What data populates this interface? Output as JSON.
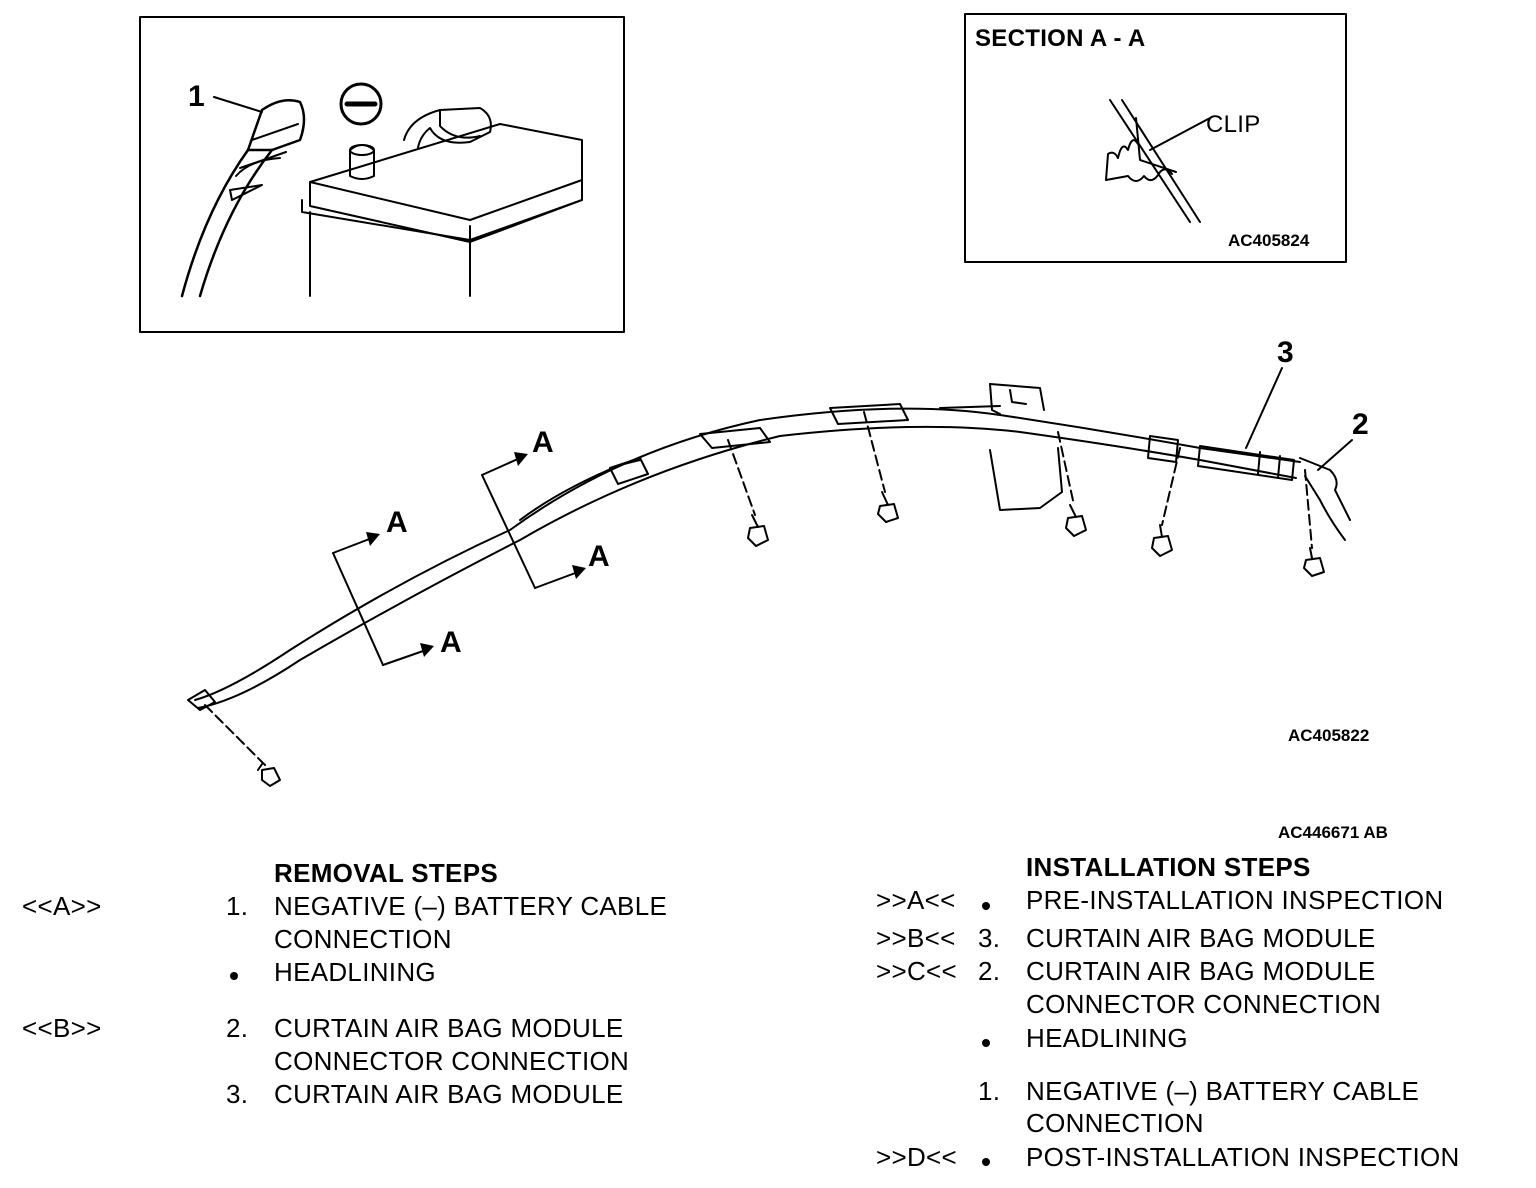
{
  "figure": {
    "section_title": "SECTION A -  A",
    "clip_label": "CLIP",
    "codes": {
      "section": "AC405824",
      "main": "AC405822",
      "overall": "AC446671 AB"
    },
    "callouts": {
      "battery_cable": "1",
      "connector": "2",
      "module": "3",
      "section_marker": "A"
    }
  },
  "removal": {
    "heading": "REMOVAL STEPS",
    "steps": [
      {
        "ref": "<<A>>",
        "num": "1.",
        "lines": [
          "NEGATIVE (–) BATTERY CABLE",
          "CONNECTION"
        ]
      },
      {
        "ref": "",
        "num": "•",
        "lines": [
          "HEADLINING"
        ]
      },
      {
        "ref": "<<B>>",
        "num": "2.",
        "lines": [
          "CURTAIN AIR BAG MODULE",
          "CONNECTOR CONNECTION"
        ]
      },
      {
        "ref": "",
        "num": "3.",
        "lines": [
          "CURTAIN AIR BAG MODULE"
        ]
      }
    ]
  },
  "installation": {
    "heading": "INSTALLATION STEPS",
    "steps": [
      {
        "ref": ">>A<<",
        "num": "•",
        "lines": [
          "PRE-INSTALLATION INSPECTION"
        ]
      },
      {
        "ref": ">>B<<",
        "num": "3.",
        "lines": [
          "CURTAIN AIR BAG MODULE"
        ]
      },
      {
        "ref": ">>C<<",
        "num": "2.",
        "lines": [
          "CURTAIN AIR BAG MODULE",
          "CONNECTOR CONNECTION"
        ]
      },
      {
        "ref": "",
        "num": "•",
        "lines": [
          "HEADLINING"
        ]
      },
      {
        "ref": "",
        "num": "1.",
        "lines": [
          "NEGATIVE (–) BATTERY CABLE",
          "CONNECTION"
        ]
      },
      {
        "ref": ">>D<<",
        "num": "•",
        "lines": [
          "POST-INSTALLATION INSPECTION"
        ]
      }
    ]
  }
}
